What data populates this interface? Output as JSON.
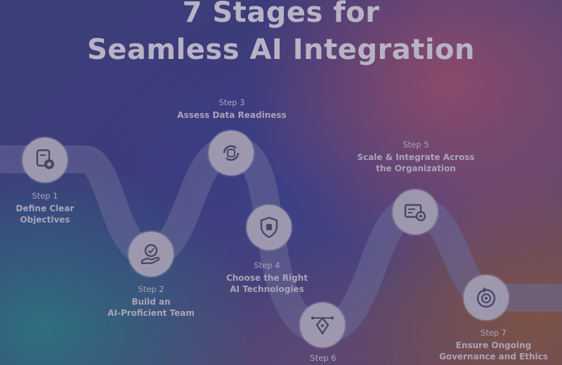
{
  "title": {
    "line1": "7 Stages for",
    "line2": "Seamless AI Integration"
  },
  "steps": [
    {
      "step": "Step 1",
      "name_line1": "Define Clear",
      "name_line2": "Objectives",
      "icon": "document-target-icon"
    },
    {
      "step": "Step 2",
      "name_line1": "Build an",
      "name_line2": "AI-Proficient Team",
      "icon": "hand-badge-icon"
    },
    {
      "step": "Step 3",
      "name_line1": "Assess Data Readiness",
      "name_line2": "",
      "icon": "data-cycle-icon"
    },
    {
      "step": "Step 4",
      "name_line1": "Choose the Right",
      "name_line2": "AI Technologies",
      "icon": "shield-chip-icon"
    },
    {
      "step": "Step 6",
      "name_line1": "",
      "name_line2": "",
      "icon": "pen-tool-icon"
    },
    {
      "step": "Step 5",
      "name_line1": "Scale & Integrate Across",
      "name_line2": "the Organization",
      "icon": "dashboard-gear-icon"
    },
    {
      "step": "Step 7",
      "name_line1": "Ensure Ongoing",
      "name_line2": "Governance and Ethics",
      "icon": "target-cycle-icon"
    }
  ],
  "colors": {
    "node_fill": "#9d98ad",
    "path_fill": "#5d5c8c",
    "text": "#aaa3b8"
  }
}
